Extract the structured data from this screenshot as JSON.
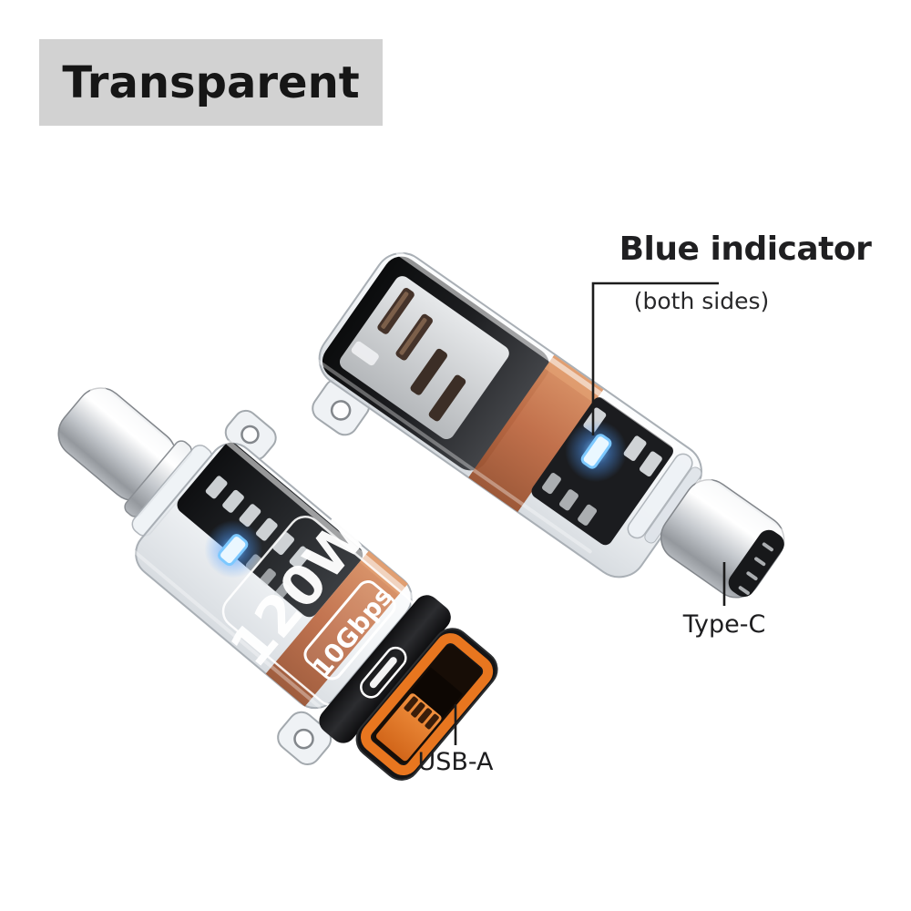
{
  "page": {
    "background": "#ffffff"
  },
  "badges": {
    "transparent": {
      "label": "Transparent",
      "bg": "#d2d2d2",
      "text_color": "#161616"
    }
  },
  "callouts": {
    "blue_indicator": {
      "title": "Blue indicator",
      "subtitle": "(both sides)"
    },
    "type_c": {
      "label": "Type-C"
    },
    "usb_a": {
      "label": "USB-A"
    },
    "line_color": "#1c1c1c"
  },
  "adapter_markings": {
    "power": "120W",
    "speed": "10Gbps"
  },
  "icons": {
    "usb_port_pictogram": "pill-outline-with-inner-bar",
    "lanyard_lug": "rounded-tab-with-hole"
  },
  "colors": {
    "port_orange": "#e8761f",
    "copper_band": "#bf6a43",
    "indicator_blue": "#7cc8ff",
    "metal_silver": "#c9cdd2",
    "shell_dark": "#1a1b1e",
    "glass_edge": "#a9afb5"
  }
}
